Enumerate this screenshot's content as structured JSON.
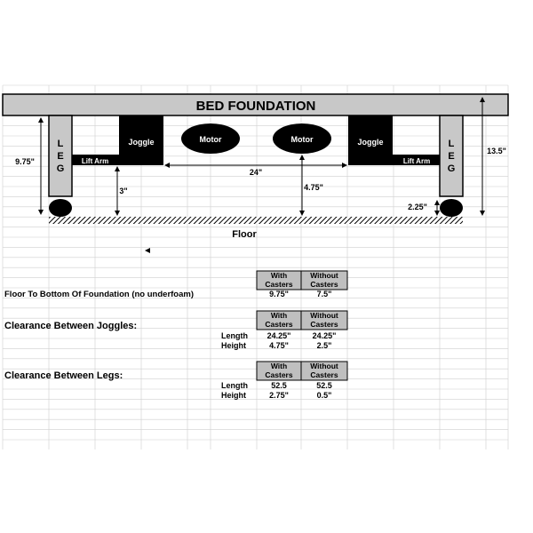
{
  "diagram": {
    "title": "BED FOUNDATION",
    "leg_letters": [
      "L",
      "E",
      "G"
    ],
    "joggle_label": "Joggle",
    "motor_label": "Motor",
    "lift_arm_label": "Lift Arm",
    "floor_label": "Floor",
    "dims": {
      "left_height": "9.75\"",
      "right_height": "13.5\"",
      "joggle_gap": "24\"",
      "lift_arm_clearance": "3\"",
      "motor_clearance": "4.75\"",
      "caster_height": "2.25\""
    }
  },
  "tables": {
    "col_with": [
      "With",
      "Casters"
    ],
    "col_without": [
      "Without",
      "Casters"
    ],
    "floor_section": {
      "label": "Floor To Bottom Of Foundation (no underfoam)",
      "with": "9.75\"",
      "without": "7.5\""
    },
    "joggles_section": {
      "label": "Clearance Between Joggles:",
      "rows": [
        {
          "name": "Length",
          "with": "24.25\"",
          "without": "24.25\""
        },
        {
          "name": "Height",
          "with": "4.75\"",
          "without": "2.5\""
        }
      ]
    },
    "legs_section": {
      "label": "Clearance Between Legs:",
      "rows": [
        {
          "name": "Length",
          "with": "52.5",
          "without": "52.5"
        },
        {
          "name": "Height",
          "with": "2.75\"",
          "without": "0.5\""
        }
      ]
    }
  },
  "colors": {
    "grid": "#cfcfcf",
    "foundation_fill": "#c8c8c8",
    "header_fill": "#bfbfbf",
    "black": "#000000"
  }
}
